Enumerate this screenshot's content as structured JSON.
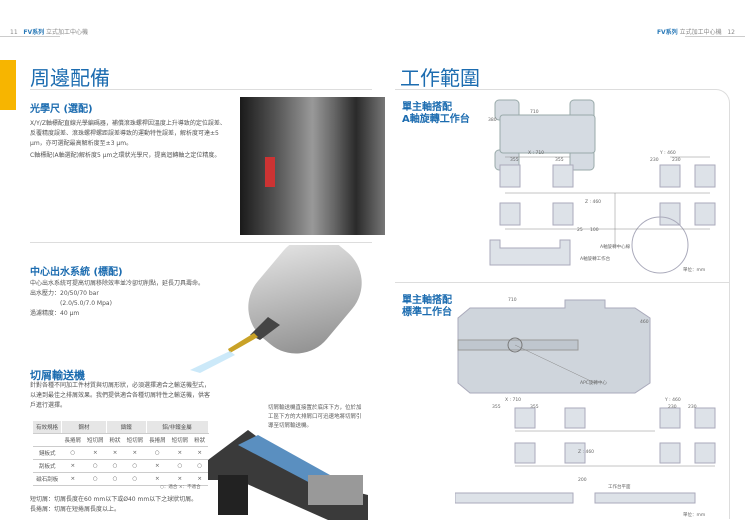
{
  "header": {
    "left_page": "11",
    "right_page": "12",
    "series": "FV系列",
    "subtitle": "立式加工中心機"
  },
  "left": {
    "title": "周邊配備",
    "scale": {
      "heading": "光學尺 (選配)",
      "p1": "X/Y/Z軸標配直線光學編碼器，補償滾珠螺桿因溫度上升導致的定位誤差、反覆精度誤差、滾珠螺桿螺距誤差導致的運動特性誤差，解析度可達±5 μm，亦可選配最高解析度至±3 μm。",
      "p2": "C軸標配(A軸選配)解析度5 μm之環狀光學尺，提高迴轉軸之定位精度。"
    },
    "coolant": {
      "heading": "中心出水系統 (標配)",
      "p1": "中心出水系統可提高切屑移除效率並冷卻切削點，延長刀具壽命。",
      "pressure": "出水壓力：20/50/70 bar",
      "pressure2": "(2.0/5.0/7.0 Mpa)",
      "filter": "過濾精度：40 μm"
    },
    "conveyor": {
      "heading": "切屑輸送機",
      "p1": "針對各種不同加工件材質與切屑形狀，必須選擇適合之輸送機型式，以達到最佳之排屑效果。我們提供適合各種切屑特性之輸送機，供客戶進行選擇。",
      "side": "切屑輸送機直接置於底床下方，位於加工區下方的大排屑口可迅速地將切屑引導至切屑輸送機。",
      "table": {
        "corner": "有效規格",
        "groups": [
          "鋼材",
          "鑄鐵",
          "鋁/非鐵金屬"
        ],
        "cols": [
          "長捲屑",
          "短切屑",
          "粉狀",
          "短切屑",
          "長捲屑",
          "短切屑",
          "粉狀"
        ],
        "rows": [
          {
            "name": "鏈板式",
            "cells": [
              "○",
              "×",
              "×",
              "×",
              "○",
              "×",
              "×"
            ]
          },
          {
            "name": "刮板式",
            "cells": [
              "×",
              "○",
              "○",
              "○",
              "×",
              "○",
              "○"
            ]
          },
          {
            "name": "磁石刮板",
            "cells": [
              "×",
              "○",
              "○",
              "○",
              "×",
              "×",
              "×"
            ]
          }
        ],
        "legend": "○：適合 ×：不適合"
      },
      "note1": "短切屑：切屑長度在60 mm以下或Ø40 mm以下之球狀切屑。",
      "note2": "長捲屑：切屑在短捲屑長度以上。"
    }
  },
  "right": {
    "title": "工作範圍",
    "d1": {
      "heading1": "單主軸搭配",
      "heading2": "A軸旋轉工作台",
      "x": "X : 710",
      "x1": "355",
      "x2": "355",
      "y": "Y : 460",
      "y1": "230",
      "y2": "230",
      "z": "Z : 460",
      "w": "710",
      "h": "380",
      "a": "25",
      "b": "100",
      "axis_label": "A軸旋轉中心線",
      "table_label": "A軸旋轉工作台",
      "unit": "單位：mm"
    },
    "d2": {
      "heading1": "單主軸搭配",
      "heading2": "標準工作台",
      "w": "710",
      "h": "460",
      "apc": "APC旋轉中心",
      "x": "X : 710",
      "x1": "355",
      "x2": "355",
      "y": "Y : 460",
      "y1": "230",
      "y2": "230",
      "z": "Z : 460",
      "zb": "200",
      "plane": "工作台平面",
      "unit": "單位：mm"
    }
  }
}
